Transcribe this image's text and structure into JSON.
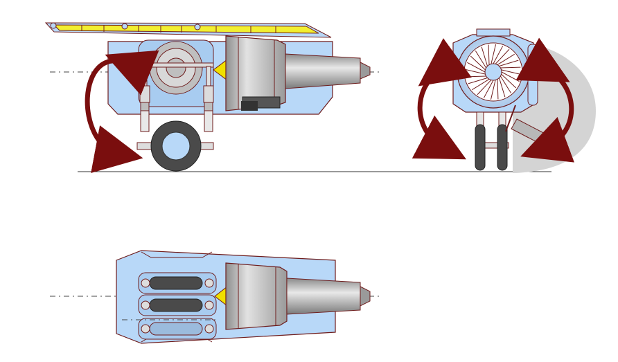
{
  "diagram": {
    "views": [
      {
        "id": "side-view"
      },
      {
        "id": "front-view"
      },
      {
        "id": "top-view"
      }
    ],
    "colors": {
      "background": "#ffffff",
      "cradle_fill": "#b8d8f8",
      "outline": "#6e1c1c",
      "rotation_arrow": "#7a0e0e",
      "yellow_rail": "#f2ef30",
      "tire": "#4a4a4a",
      "nozzle_gray": "#bdbdbd",
      "shadow_gray": "#d4d4d4",
      "nose_cone": "#f0e000"
    }
  }
}
